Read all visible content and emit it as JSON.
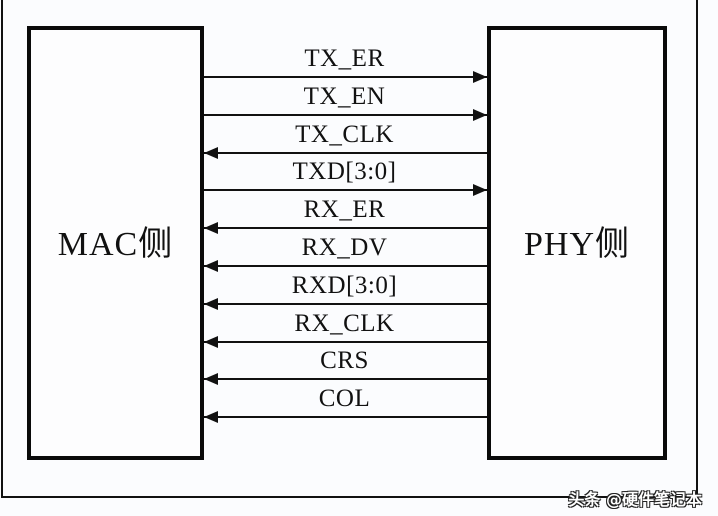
{
  "mac_block": {
    "label": "MAC侧"
  },
  "phy_block": {
    "label": "PHY侧"
  },
  "signals": [
    {
      "name": "TX_ER",
      "direction": "mac-to-phy"
    },
    {
      "name": "TX_EN",
      "direction": "mac-to-phy"
    },
    {
      "name": "TX_CLK",
      "direction": "phy-to-mac"
    },
    {
      "name": "TXD[3:0]",
      "direction": "mac-to-phy"
    },
    {
      "name": "RX_ER",
      "direction": "phy-to-mac"
    },
    {
      "name": "RX_DV",
      "direction": "phy-to-mac"
    },
    {
      "name": "RXD[3:0]",
      "direction": "phy-to-mac"
    },
    {
      "name": "RX_CLK",
      "direction": "phy-to-mac"
    },
    {
      "name": "CRS",
      "direction": "phy-to-mac"
    },
    {
      "name": "COL",
      "direction": "phy-to-mac"
    }
  ],
  "watermark": "头条 @硬件笔记本",
  "colors": {
    "line": "#111111",
    "background": "#fbfcfe"
  }
}
